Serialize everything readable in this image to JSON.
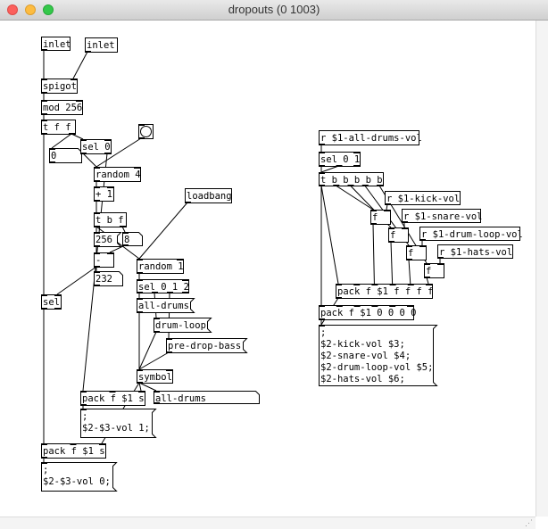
{
  "window": {
    "title": "dropouts (0 1003)"
  },
  "objects": [
    {
      "name": "obj-inlet-1",
      "text": "inlet",
      "kind": "obj"
    },
    {
      "name": "obj-inlet-2",
      "text": "inlet",
      "kind": "obj"
    },
    {
      "name": "obj-spigot",
      "text": "spigot",
      "kind": "obj"
    },
    {
      "name": "obj-mod-256",
      "text": "mod 256",
      "kind": "obj"
    },
    {
      "name": "obj-t-f-f",
      "text": "t f f",
      "kind": "obj"
    },
    {
      "name": "atom-0",
      "text": "0",
      "kind": "atom"
    },
    {
      "name": "obj-sel-0",
      "text": "sel 0",
      "kind": "obj"
    },
    {
      "name": "bang-button",
      "text": "",
      "kind": "bng"
    },
    {
      "name": "obj-random-4",
      "text": "random 4",
      "kind": "obj"
    },
    {
      "name": "obj-plus-1",
      "text": "+ 1",
      "kind": "obj"
    },
    {
      "name": "obj-loadbang",
      "text": "loadbang",
      "kind": "obj"
    },
    {
      "name": "obj-t-b-f",
      "text": "t b f",
      "kind": "obj"
    },
    {
      "name": "msg-256",
      "text": "256",
      "kind": "msg"
    },
    {
      "name": "atom-8",
      "text": "8",
      "kind": "atom"
    },
    {
      "name": "obj-minus",
      "text": "-",
      "kind": "obj"
    },
    {
      "name": "obj-random-1",
      "text": "random 1",
      "kind": "obj"
    },
    {
      "name": "atom-232",
      "text": "232",
      "kind": "atom"
    },
    {
      "name": "obj-sel-0-1-2",
      "text": "sel 0 1 2",
      "kind": "obj"
    },
    {
      "name": "obj-sel",
      "text": "sel",
      "kind": "obj"
    },
    {
      "name": "msg-all-drums",
      "text": "all-drums",
      "kind": "msg"
    },
    {
      "name": "msg-drum-loop",
      "text": "drum-loop",
      "kind": "msg"
    },
    {
      "name": "msg-pre-drop-bass",
      "text": "pre-drop-bass",
      "kind": "msg"
    },
    {
      "name": "obj-symbol",
      "text": "symbol",
      "kind": "obj"
    },
    {
      "name": "obj-pack-f-1-s-a",
      "text": "pack f $1 s",
      "kind": "obj"
    },
    {
      "name": "symbol-atom-all-drums",
      "text": "all-drums",
      "kind": "symatom"
    },
    {
      "name": "msg-vol-1",
      "text": ";\n$2-$3-vol 1;",
      "kind": "msg"
    },
    {
      "name": "obj-pack-f-1-s-b",
      "text": "pack f $1 s",
      "kind": "obj"
    },
    {
      "name": "msg-vol-0",
      "text": ";\n$2-$3-vol 0;",
      "kind": "msg"
    },
    {
      "name": "obj-r-all-drums-vol",
      "text": "r $1-all-drums-vol",
      "kind": "obj"
    },
    {
      "name": "obj-sel-0-1-b",
      "text": "sel 0 1",
      "kind": "obj"
    },
    {
      "name": "obj-t-b-b-b-b-b",
      "text": "t b b b b b",
      "kind": "obj"
    },
    {
      "name": "obj-r-kick-vol",
      "text": "r $1-kick-vol",
      "kind": "obj"
    },
    {
      "name": "obj-r-snare-vol",
      "text": "r $1-snare-vol",
      "kind": "obj"
    },
    {
      "name": "obj-f-1",
      "text": "f",
      "kind": "obj"
    },
    {
      "name": "obj-r-drum-loop-vol",
      "text": "r $1-drum-loop-vol",
      "kind": "obj"
    },
    {
      "name": "obj-f-2",
      "text": "f",
      "kind": "obj"
    },
    {
      "name": "obj-r-hats-vol",
      "text": "r $1-hats-vol",
      "kind": "obj"
    },
    {
      "name": "obj-f-3",
      "text": "f",
      "kind": "obj"
    },
    {
      "name": "obj-f-4",
      "text": "f",
      "kind": "obj"
    },
    {
      "name": "obj-pack-f-1-f-f-f-f",
      "text": "pack f $1 f f f f",
      "kind": "obj"
    },
    {
      "name": "obj-pack-f-1-0-0-0-0",
      "text": "pack f $1 0 0 0 0",
      "kind": "obj"
    },
    {
      "name": "msg-vol-set",
      "text": ";\n$2-kick-vol $3;\n$2-snare-vol $4;\n$2-drum-loop-vol $5;\n$2-hats-vol $6;",
      "kind": "msg"
    }
  ]
}
